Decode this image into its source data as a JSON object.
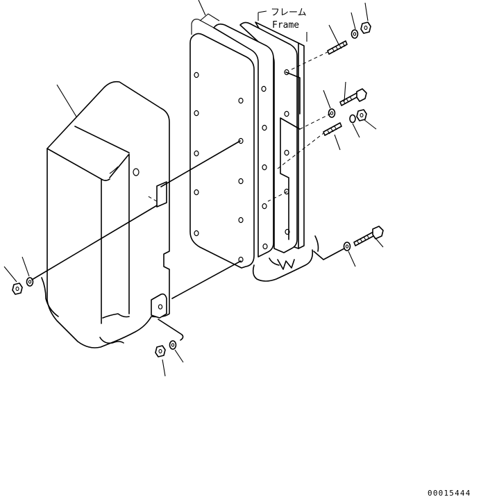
{
  "labels": {
    "frame_jp": "フレーム",
    "frame_en": "Frame",
    "drawing_number": "00015444"
  }
}
